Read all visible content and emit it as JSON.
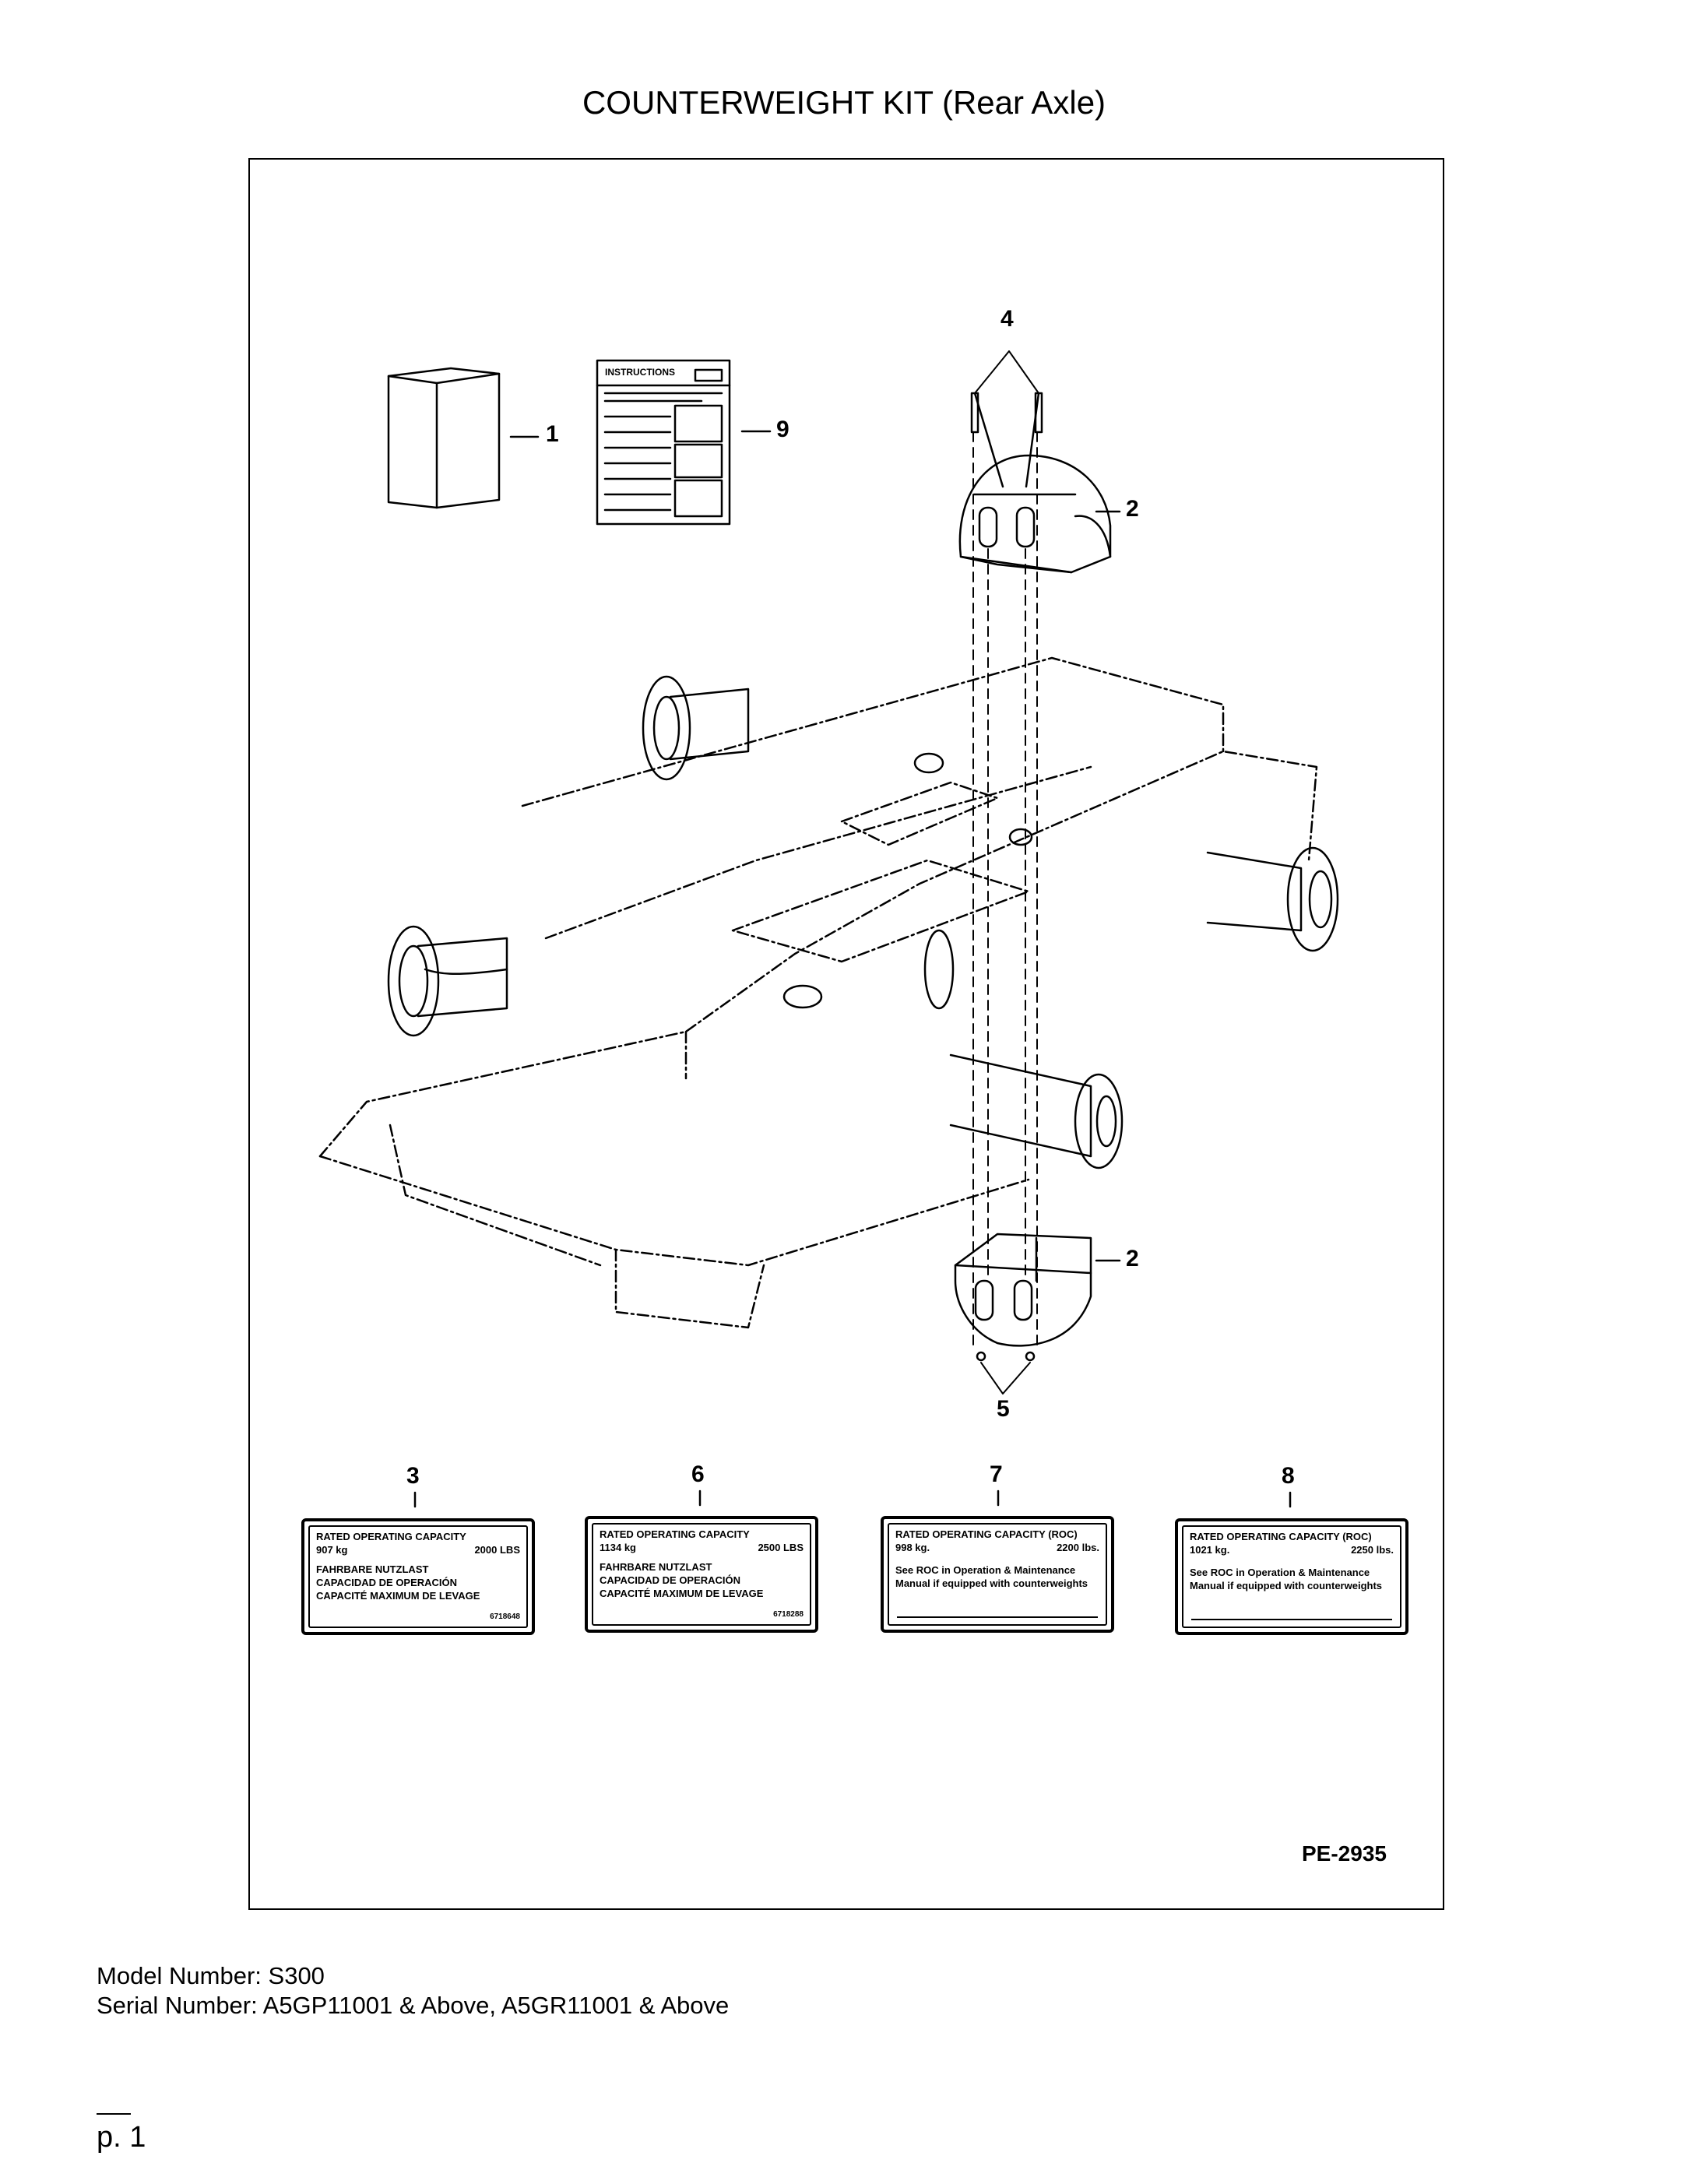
{
  "title": "COUNTERWEIGHT KIT (Rear Axle)",
  "figure_id": "PE-2935",
  "callouts": {
    "c1": "1",
    "c2a": "2",
    "c2b": "2",
    "c3": "3",
    "c4": "4",
    "c5": "5",
    "c6": "6",
    "c7": "7",
    "c8": "8",
    "c9": "9"
  },
  "instructions_label": "INSTRUCTIONS",
  "decals": [
    {
      "heading": "RATED OPERATING CAPACITY",
      "left": "907 kg",
      "right": "2000 LBS",
      "lines": [
        "FAHRBARE NUTZLAST",
        "CAPACIDAD DE OPERACIÓN",
        "CAPACITÉ MAXIMUM DE LEVAGE"
      ],
      "part": "6718648"
    },
    {
      "heading": "RATED OPERATING CAPACITY",
      "left": "1134 kg",
      "right": "2500 LBS",
      "lines": [
        "FAHRBARE NUTZLAST",
        "CAPACIDAD DE OPERACIÓN",
        "CAPACITÉ MAXIMUM DE LEVAGE"
      ],
      "part": "6718288"
    },
    {
      "heading": "RATED OPERATING CAPACITY (ROC)",
      "left": "998 kg.",
      "right": "2200 lbs.",
      "lines": [
        "See ROC in Operation & Maintenance",
        "Manual if equipped with counterweights"
      ],
      "part": ""
    },
    {
      "heading": "RATED OPERATING CAPACITY (ROC)",
      "left": "1021 kg.",
      "right": "2250 lbs.",
      "lines": [
        "See ROC in Operation & Maintenance",
        "Manual if equipped with counterweights"
      ],
      "part": ""
    }
  ],
  "footer": {
    "model": "Model Number: S300",
    "serial": "Serial Number: A5GP11001 & Above, A5GR11001 & Above",
    "page": "p. 1"
  }
}
